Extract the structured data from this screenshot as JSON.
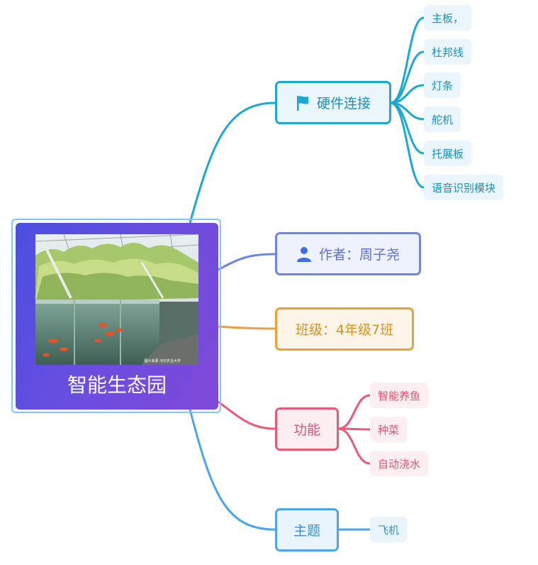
{
  "root": {
    "title": "智能生态园",
    "photo_watermark": "图片来源 河北农业大学"
  },
  "branches": [
    {
      "id": "hardware",
      "label": "硬件连接",
      "icon": "flag-icon",
      "color": "#1ba8d5",
      "bg": "#eaf6fb",
      "children": [
        "主板，",
        "杜邦线",
        "灯条",
        "舵机",
        "托展板",
        "语音识别模块"
      ]
    },
    {
      "id": "author",
      "label": "作者：周子尧",
      "icon": "person-icon",
      "color": "#6b86e8",
      "bg": "#eef2fd",
      "children": []
    },
    {
      "id": "class",
      "label": "班级：4年级7班",
      "icon": "",
      "color": "#eea032",
      "bg": "#fdf5e8",
      "children": []
    },
    {
      "id": "function",
      "label": "功能",
      "icon": "",
      "color": "#ea5a76",
      "bg": "#fdeef1",
      "children": [
        "智能养鱼",
        "种菜",
        "自动浇水"
      ]
    },
    {
      "id": "theme",
      "label": "主题",
      "icon": "",
      "color": "#4aa5ee",
      "bg": "#eaf4fd",
      "children": [
        "飞机"
      ]
    }
  ]
}
